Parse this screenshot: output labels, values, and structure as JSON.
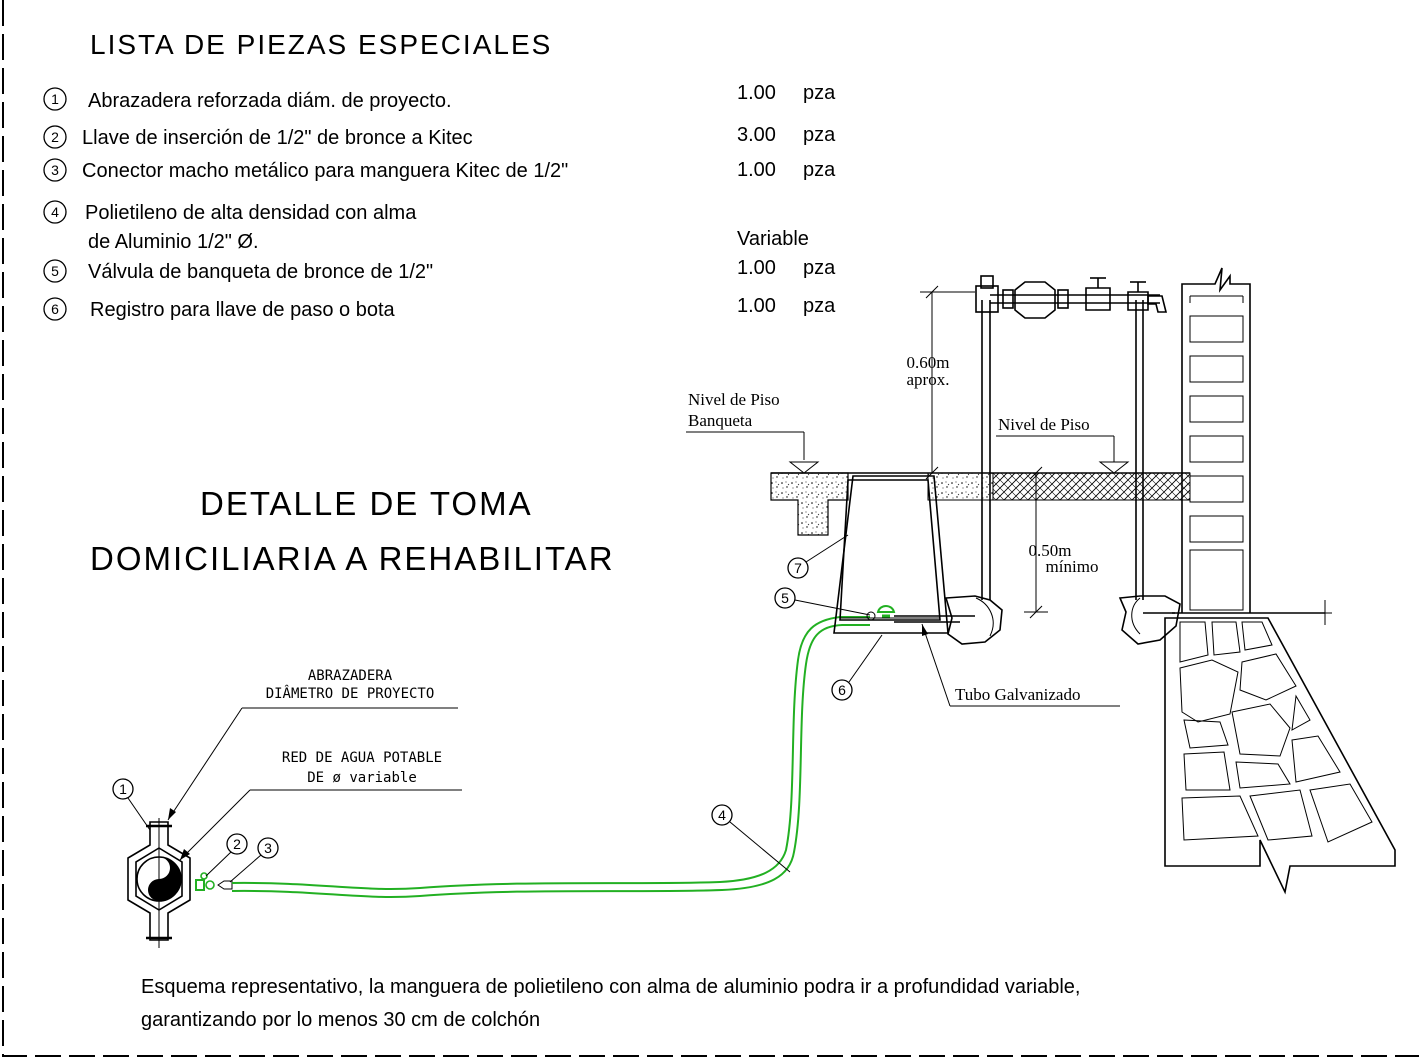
{
  "parts_list": {
    "title": "LISTA DE PIEZAS ESPECIALES",
    "items": [
      {
        "num": "1",
        "desc": "Abrazadera reforzada diám. de proyecto.",
        "qty": "1.00",
        "unit": "pza"
      },
      {
        "num": "2",
        "desc": "Llave de inserción de 1/2\" de bronce a Kitec",
        "qty": "3.00",
        "unit": "pza"
      },
      {
        "num": "3",
        "desc": "Conector macho metálico para manguera Kitec de 1/2\"",
        "qty": "1.00",
        "unit": "pza"
      },
      {
        "num": "4",
        "desc_line1": "Polietileno de alta densidad con alma",
        "desc_line2": "de Aluminio  1/2\" Ø.",
        "qty": "Variable"
      },
      {
        "num": "5",
        "desc": "Válvula de banqueta  de bronce de 1/2\"",
        "qty": "1.00",
        "unit": "pza"
      },
      {
        "num": "6",
        "desc": "Registro para llave de paso o bota",
        "qty": "1.00",
        "unit": "pza"
      }
    ]
  },
  "detail_title": {
    "line1": "DETALLE  DE  TOMA",
    "line2": "DOMICILIARIA  A  REHABILITAR"
  },
  "drawing_labels": {
    "clamp_label_line1": "ABRAZADERA",
    "clamp_label_line2": "DIÂMETRO DE PROYECTO",
    "network_label_line1": "RED DE AGUA POTABLE",
    "network_label_line2": "DE   ø variable",
    "sidewalk_level_line1": "Nivel de Piso",
    "sidewalk_level_line2": "Banqueta",
    "floor_level": "Nivel de Piso",
    "height_dim_line1": "0.60m",
    "height_dim_line2": "aprox.",
    "depth_dim_line1": "0.50m",
    "depth_dim_line2": "mínimo",
    "galvanized_pipe": "Tubo Galvanizado",
    "markers": [
      "1",
      "2",
      "3",
      "4",
      "5",
      "6",
      "7"
    ]
  },
  "footnote": {
    "line1": "Esquema representativo, la manguera de polietileno con alma de aluminio podra ir a profundidad variable,",
    "line2": "garantizando por lo menos 30 cm de colchón"
  },
  "colors": {
    "line": "#000000",
    "hose": "#22b022",
    "background": "#ffffff"
  }
}
